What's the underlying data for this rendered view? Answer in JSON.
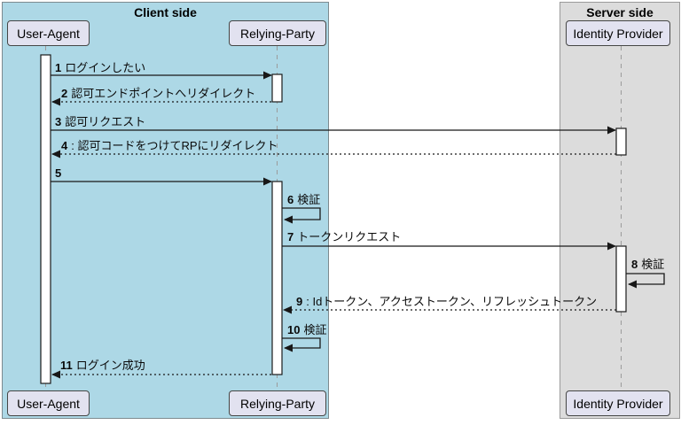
{
  "diagram": {
    "title_client_box": "Client side",
    "title_server_box": "Server side",
    "participants": [
      {
        "id": "user-agent",
        "name": "User-Agent"
      },
      {
        "id": "relying-party",
        "name": "Relying-Party"
      },
      {
        "id": "identity-provider",
        "name": "Identity Provider"
      }
    ],
    "messages": [
      {
        "num": "1",
        "text": "ログインしたい",
        "from": "User-Agent",
        "to": "Relying-Party",
        "style": "solid"
      },
      {
        "num": "2",
        "text": "認可エンドポイントへリダイレクト",
        "from": "Relying-Party",
        "to": "User-Agent",
        "style": "dotted"
      },
      {
        "num": "3",
        "text": "認可リクエスト",
        "from": "User-Agent",
        "to": "Identity Provider",
        "style": "solid"
      },
      {
        "num": "4",
        "text": ": 認可コードをつけてRPにリダイレクト",
        "from": "Identity Provider",
        "to": "User-Agent",
        "style": "dotted"
      },
      {
        "num": "5",
        "text": "",
        "from": "User-Agent",
        "to": "Relying-Party",
        "style": "solid"
      },
      {
        "num": "6",
        "text": "検証",
        "from": "Relying-Party",
        "to": "Relying-Party",
        "style": "self"
      },
      {
        "num": "7",
        "text": "トークンリクエスト",
        "from": "Relying-Party",
        "to": "Identity Provider",
        "style": "solid"
      },
      {
        "num": "8",
        "text": "検証",
        "from": "Identity Provider",
        "to": "Identity Provider",
        "style": "self"
      },
      {
        "num": "9",
        "text": ": Idトークン、アクセストークン、リフレッシュトークン",
        "from": "Identity Provider",
        "to": "Relying-Party",
        "style": "dotted"
      },
      {
        "num": "10",
        "text": "検証",
        "from": "Relying-Party",
        "to": "Relying-Party",
        "style": "self"
      },
      {
        "num": "11",
        "text": "ログイン成功",
        "from": "Relying-Party",
        "to": "User-Agent",
        "style": "dotted"
      }
    ],
    "colors": {
      "client_bg": "#ADD8E6",
      "server_bg": "#DCDCDC",
      "participant_bg": "#E2E2F0",
      "arrow": "#181818",
      "lifeline": "#9B9B9B"
    }
  }
}
